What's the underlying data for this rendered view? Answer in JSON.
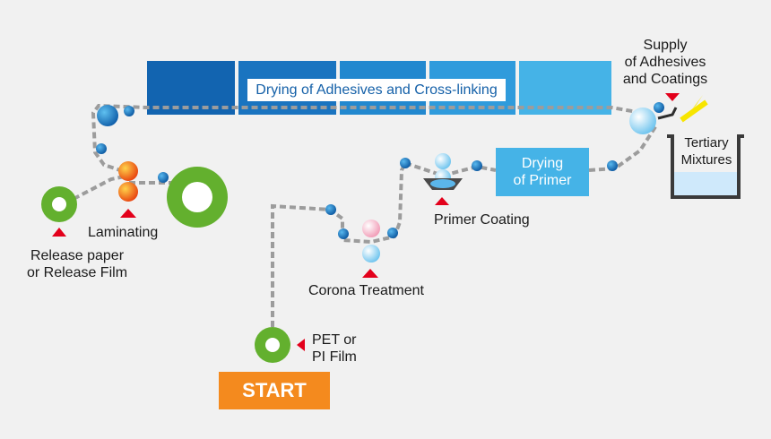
{
  "drying_bar": {
    "label": "Drying of Adhesives and Cross-linking"
  },
  "supply": {
    "line1": "Supply",
    "line2": "of Adhesives",
    "line3": "and Coatings"
  },
  "tertiary": {
    "line1": "Tertiary",
    "line2": "Mixtures"
  },
  "drying_primer": {
    "line1": "Drying",
    "line2": "of Primer"
  },
  "primer_coating": {
    "label": "Primer Coating"
  },
  "corona": {
    "label": "Corona Treatment"
  },
  "laminating": {
    "label": "Laminating"
  },
  "release": {
    "line1": "Release paper",
    "line2": "or Release Film"
  },
  "pet": {
    "line1": "PET or",
    "line2": "PI Film"
  },
  "start": {
    "label": "START"
  },
  "colors": {
    "dark_blue": "#1468b4",
    "light_blue": "#45b3e7",
    "green": "#63b02e",
    "orange": "#f48a1e",
    "red": "#e3001b",
    "path_gray": "#9c9c9c"
  }
}
